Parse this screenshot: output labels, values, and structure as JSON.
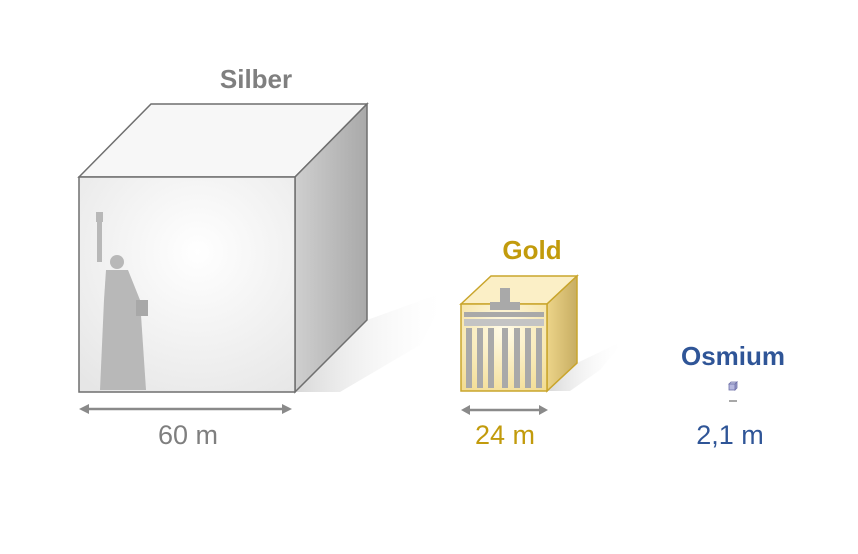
{
  "items": [
    {
      "name": "Silber",
      "size": "60 m",
      "color": "#7f7f7f",
      "landmark": "statue-of-liberty"
    },
    {
      "name": "Gold",
      "size": "24 m",
      "color": "#c29b0c",
      "landmark": "brandenburg-gate"
    },
    {
      "name": "Osmium",
      "size": "2,1 m",
      "color": "#2f5597"
    }
  ]
}
